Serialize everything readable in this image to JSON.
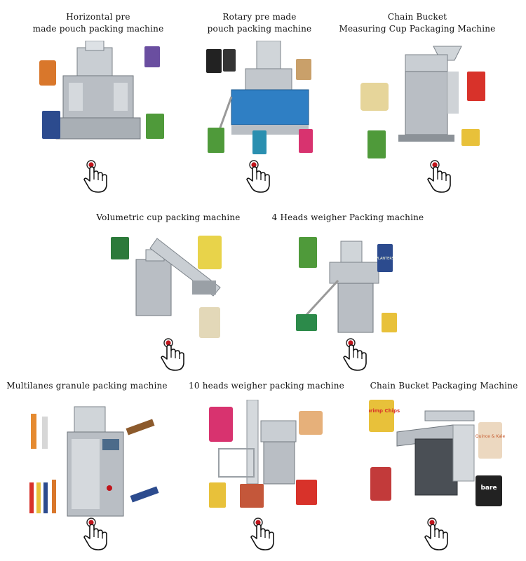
{
  "machines": [
    {
      "title": "Horizontal pre\nmade pouch packing machine"
    },
    {
      "title": "Rotary pre made\npouch packing machine"
    },
    {
      "title": "Chain Bucket\nMeasuring Cup Packaging Machine"
    },
    {
      "title": "Volumetric cup packing machine"
    },
    {
      "title": "4 Heads weigher Packing machine"
    },
    {
      "title": "Multilanes granule packing machine"
    },
    {
      "title": "10 heads weigher packing machine"
    },
    {
      "title": "Chain Bucket Packaging Machine"
    }
  ],
  "packages": {
    "shrimp_chips": "Shrimp Chips",
    "quince": "Quince & Kale",
    "bare": "bare",
    "planters": "PLANTERS"
  },
  "colors": {
    "steel": "#b9bec4",
    "steel_dark": "#6f767d",
    "button_red": "#c0141b",
    "bag_orange": "#d9772b",
    "bag_green": "#4f9a3a",
    "bag_red": "#d8322a",
    "bag_pink": "#d8336f",
    "bag_yellow": "#e8c13a",
    "bag_blue": "#2c4b8e"
  }
}
